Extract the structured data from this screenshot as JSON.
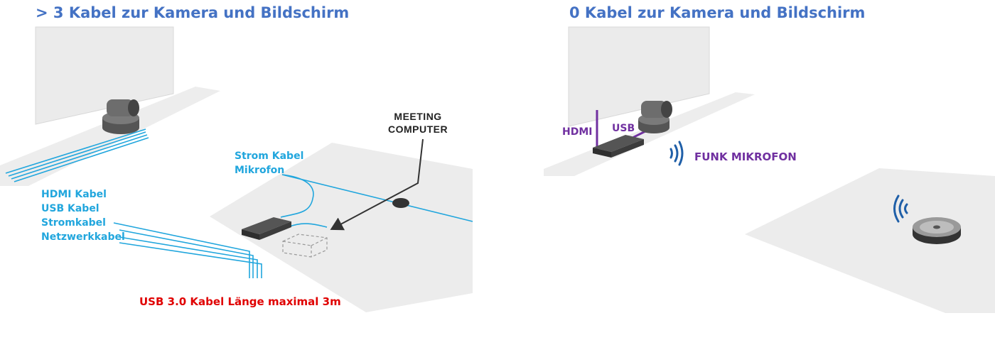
{
  "left_panel": {
    "title": "> 3 Kabel zur Kamera und Bildschirm",
    "meeting_computer_line1": "MEETING",
    "meeting_computer_line2": "COMPUTER",
    "table_cables": [
      "Strom Kabel",
      "Mikrofon"
    ],
    "wall_cables": [
      "HDMI Kabel",
      "USB Kabel",
      "Stromkabel",
      "Netzwerkkabel"
    ],
    "note": "USB 3.0 Kabel Länge maximal 3m"
  },
  "right_panel": {
    "title": "0 Kabel zur Kamera und Bildschirm",
    "hdmi_label": "HDMI",
    "usb_label": "USB",
    "wireless_label": "FUNK MIKROFON"
  },
  "colors": {
    "title": "#4472c4",
    "cable_cyan": "#21a6dd",
    "purple": "#7030a0",
    "note_red": "#e00000",
    "surface_gray": "#ececec"
  },
  "icons": [
    "camera-icon",
    "computer-box-icon",
    "microphone-puck-icon",
    "wireless-signal-icon"
  ]
}
